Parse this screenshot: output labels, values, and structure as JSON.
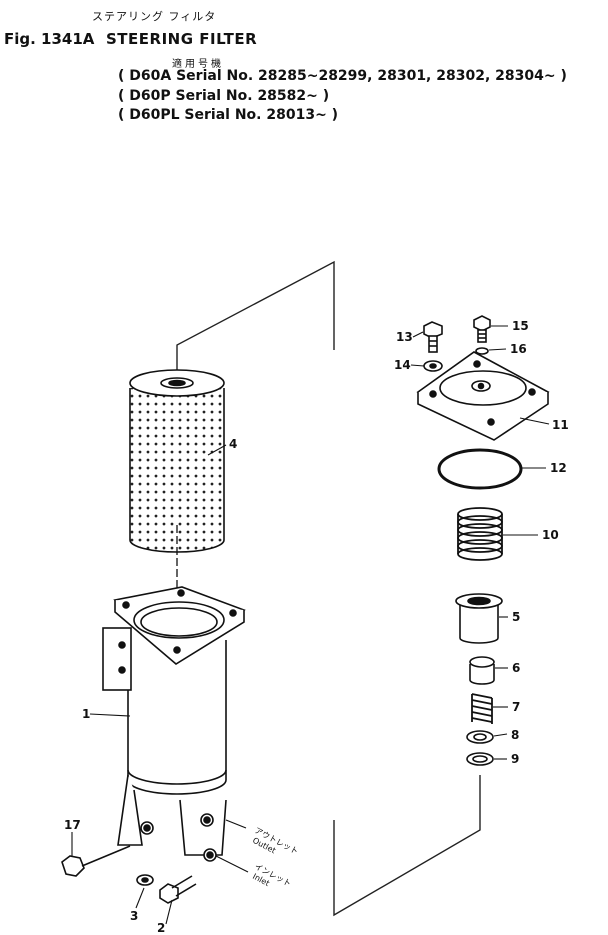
{
  "header": {
    "jp_title": "ステアリング フィルタ",
    "fig_label": "Fig. 1341A",
    "en_title": "STEERING FILTER",
    "jp_applicable": "適用号機",
    "serials": [
      "( D60A  Serial No. 28285~28299, 28301, 28302, 28304~ )",
      "( D60P  Serial No. 28582~ )",
      "( D60PL Serial No. 28013~ )"
    ]
  },
  "callouts": {
    "c1": "1",
    "c2": "2",
    "c3": "3",
    "c4": "4",
    "c5": "5",
    "c6": "6",
    "c7": "7",
    "c8": "8",
    "c9": "9",
    "c10": "10",
    "c11": "11",
    "c12": "12",
    "c13": "13",
    "c14": "14",
    "c15": "15",
    "c16": "16",
    "c17": "17"
  },
  "ports": {
    "outlet_jp": "アウトレット",
    "outlet_en": "Outlet",
    "inlet_jp": "インレット",
    "inlet_en": "Inlet"
  }
}
